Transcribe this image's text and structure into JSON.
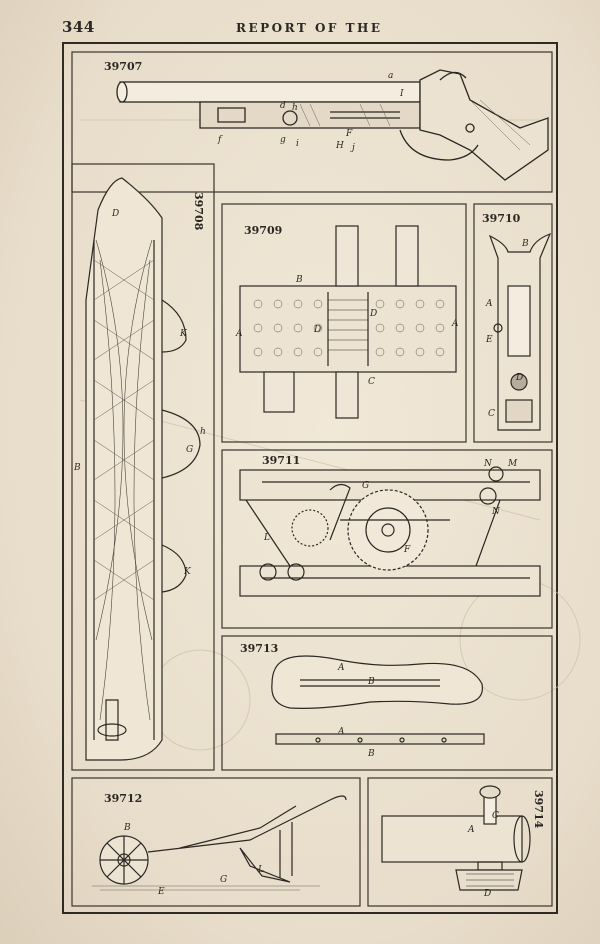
{
  "header": {
    "page_number": "344",
    "running_title": "REPORT OF THE"
  },
  "panels": {
    "p39707": {
      "number": "39707",
      "letters": [
        "a",
        "I",
        "d",
        "h",
        "f",
        "g",
        "i",
        "F",
        "H",
        "j"
      ]
    },
    "p39708": {
      "number": "39708",
      "letters": [
        "D",
        "K",
        "h",
        "G",
        "B",
        "K"
      ]
    },
    "p39709": {
      "number": "39709",
      "letters": [
        "B",
        "A",
        "D",
        "D",
        "A",
        "C"
      ]
    },
    "p39710": {
      "number": "39710",
      "letters": [
        "B",
        "A",
        "E",
        "D",
        "C"
      ]
    },
    "p39711": {
      "number": "39711",
      "letters": [
        "N",
        "M",
        "G",
        "L",
        "F",
        "N"
      ]
    },
    "p39713": {
      "number": "39713",
      "letters": [
        "A",
        "B",
        "A",
        "B"
      ]
    },
    "p39712": {
      "number": "39712",
      "letters": [
        "B",
        "G",
        "L",
        "E"
      ]
    },
    "p39714": {
      "number": "39714",
      "letters": [
        "C",
        "A",
        "D"
      ]
    }
  }
}
